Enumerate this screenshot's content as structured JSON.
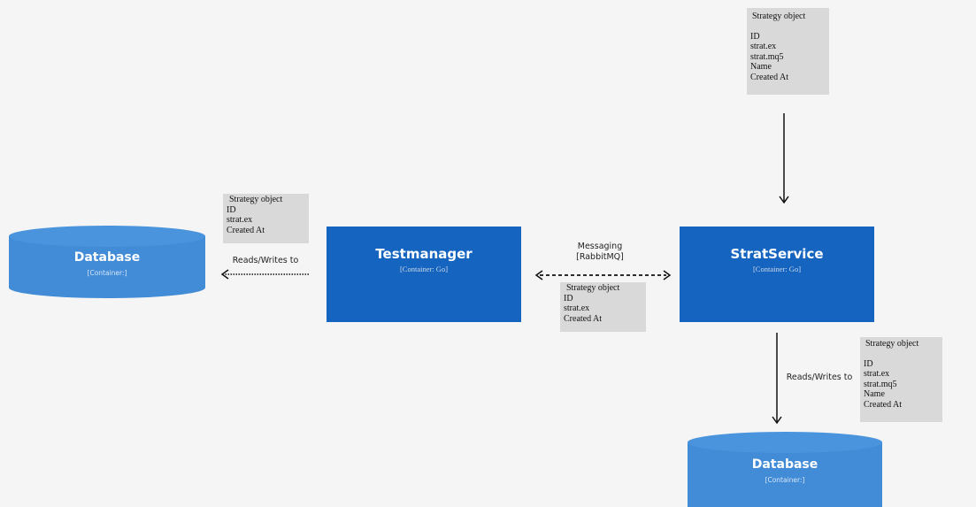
{
  "notes": {
    "top_right": {
      "title": "Strategy object",
      "fields": [
        "ID",
        "strat.ex",
        "strat.mq5",
        "Name",
        "Created At"
      ]
    },
    "testmanager": {
      "title": "Strategy object",
      "fields": [
        "ID",
        "strat.ex",
        "Created At"
      ]
    },
    "messaging": {
      "title": "Strategy object",
      "fields": [
        "ID",
        "strat.ex",
        "Created At"
      ]
    },
    "bottom_right": {
      "title": "Strategy object",
      "fields": [
        "ID",
        "strat.ex",
        "strat.mq5",
        "Name",
        "Created At"
      ]
    }
  },
  "containers": {
    "testmanager": {
      "name": "Testmanager",
      "tech": "[Container: Go]"
    },
    "stratservice": {
      "name": "StratService",
      "tech": "[Container: Go]"
    }
  },
  "databases": {
    "left": {
      "name": "Database",
      "tech": "[Container:]"
    },
    "bottom": {
      "name": "Database",
      "tech": "[Container:]"
    }
  },
  "edges": {
    "tm_db": {
      "label": "Reads/Writes to"
    },
    "messaging": {
      "label_line1": "Messaging",
      "label_line2": "[RabbitMQ]"
    },
    "ss_db": {
      "label": "Reads/Writes to"
    }
  },
  "colors": {
    "container": "#1565c0",
    "database": "#428bd7",
    "note": "#d9d9d9",
    "background": "#f5f5f5"
  }
}
